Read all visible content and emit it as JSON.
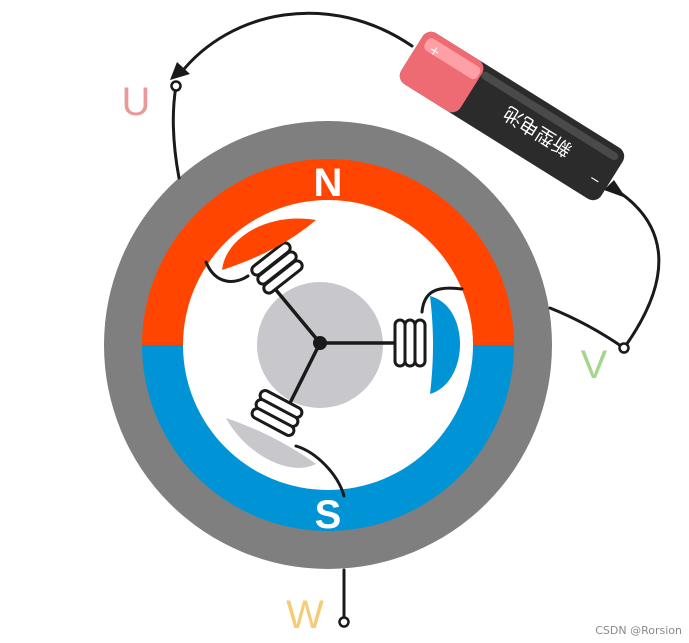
{
  "poles": {
    "north": "N",
    "south": "S"
  },
  "phases": [
    {
      "label": "U",
      "color": "#e8999a"
    },
    {
      "label": "V",
      "color": "#a3d68f"
    },
    {
      "label": "W",
      "color": "#f4cc78"
    }
  ],
  "battery": {
    "label": "新型电池",
    "plus": "+",
    "minus": "−"
  },
  "watermark": "CSDN @Rorsion",
  "colors": {
    "housing": "#7f7f7f",
    "north_magnet": "#ff4500",
    "south_magnet": "#0094d6",
    "rotor": "#c8c7cb",
    "coil_active_red": "#ff4500",
    "coil_active_blue": "#0094d6",
    "wire": "#1a1a1a",
    "battery_body": "#2b2b2b",
    "battery_cap": "#ee6b74"
  }
}
